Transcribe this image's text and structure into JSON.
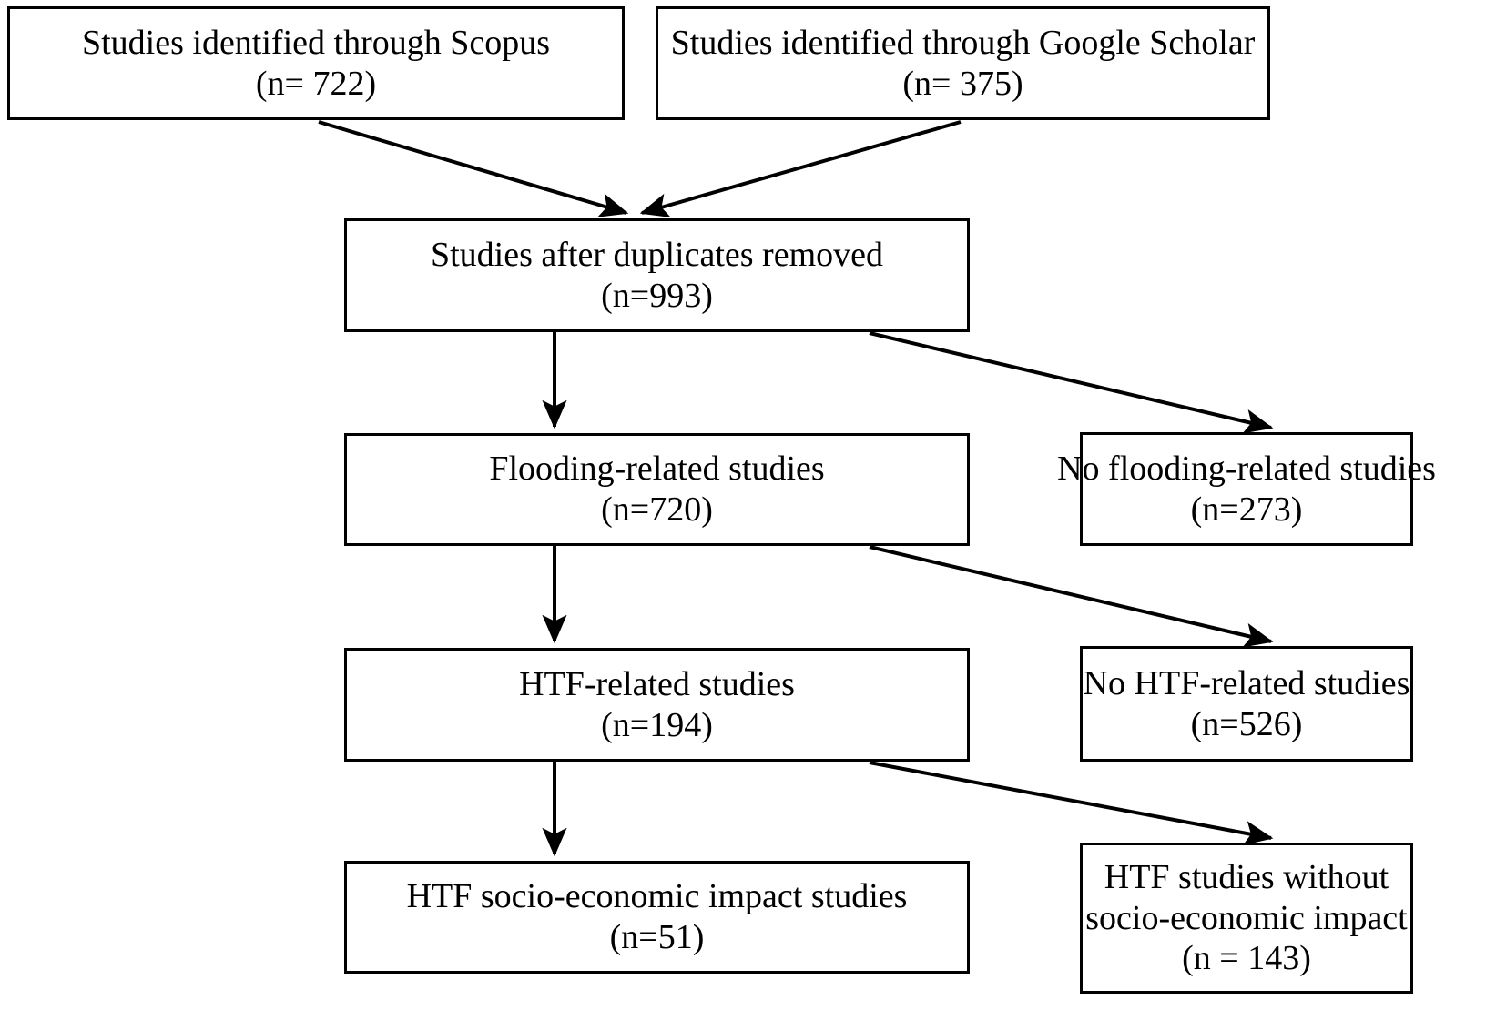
{
  "diagram": {
    "type": "flowchart",
    "title": "PRISMA study selection flow diagram",
    "colors": {
      "stroke": "#000000",
      "background": "#ffffff",
      "text": "#000000"
    },
    "nodes": [
      {
        "id": "scopus",
        "label": "Studies identified through Scopus",
        "count_label": "(n= 722)",
        "n": 722
      },
      {
        "id": "google_scholar",
        "label": "Studies identified through Google Scholar",
        "count_label": "(n= 375)",
        "n": 375
      },
      {
        "id": "duplicates_removed",
        "label": "Studies after duplicates removed",
        "count_label": "(n=993)",
        "n": 993
      },
      {
        "id": "flooding_related",
        "label": "Flooding-related studies",
        "count_label": "(n=720)",
        "n": 720
      },
      {
        "id": "no_flooding_related",
        "label": "No flooding-related studies",
        "count_label": "(n=273)",
        "n": 273
      },
      {
        "id": "htf_related",
        "label": "HTF-related studies",
        "count_label": "(n=194)",
        "n": 194
      },
      {
        "id": "no_htf_related",
        "label": "No HTF-related studies",
        "count_label": "(n=526)",
        "n": 526
      },
      {
        "id": "htf_socio_economic",
        "label": "HTF socio-economic impact studies",
        "count_label": "(n=51)",
        "n": 51
      },
      {
        "id": "htf_without_socio_economic",
        "label_line1": "HTF studies without",
        "label_line2": "socio-economic impact",
        "count_label": "(n = 143)",
        "n": 143
      }
    ],
    "edges": [
      {
        "id": "scopus-to-duplicates",
        "from": "scopus",
        "to": "duplicates_removed",
        "style": "diagonal-arrow"
      },
      {
        "id": "scholar-to-duplicates",
        "from": "google_scholar",
        "to": "duplicates_removed",
        "style": "diagonal-arrow"
      },
      {
        "id": "duplicates-to-flooding",
        "from": "duplicates_removed",
        "to": "flooding_related",
        "style": "vertical-arrow"
      },
      {
        "id": "duplicates-to-no-flooding",
        "from": "duplicates_removed",
        "to": "no_flooding_related",
        "style": "diagonal-arrow"
      },
      {
        "id": "flooding-to-htf",
        "from": "flooding_related",
        "to": "htf_related",
        "style": "vertical-arrow"
      },
      {
        "id": "flooding-to-no-htf",
        "from": "flooding_related",
        "to": "no_htf_related",
        "style": "diagonal-arrow"
      },
      {
        "id": "htf-to-socio",
        "from": "htf_related",
        "to": "htf_socio_economic",
        "style": "vertical-arrow"
      },
      {
        "id": "htf-to-no-socio",
        "from": "htf_related",
        "to": "htf_without_socio_economic",
        "style": "diagonal-arrow"
      }
    ]
  }
}
